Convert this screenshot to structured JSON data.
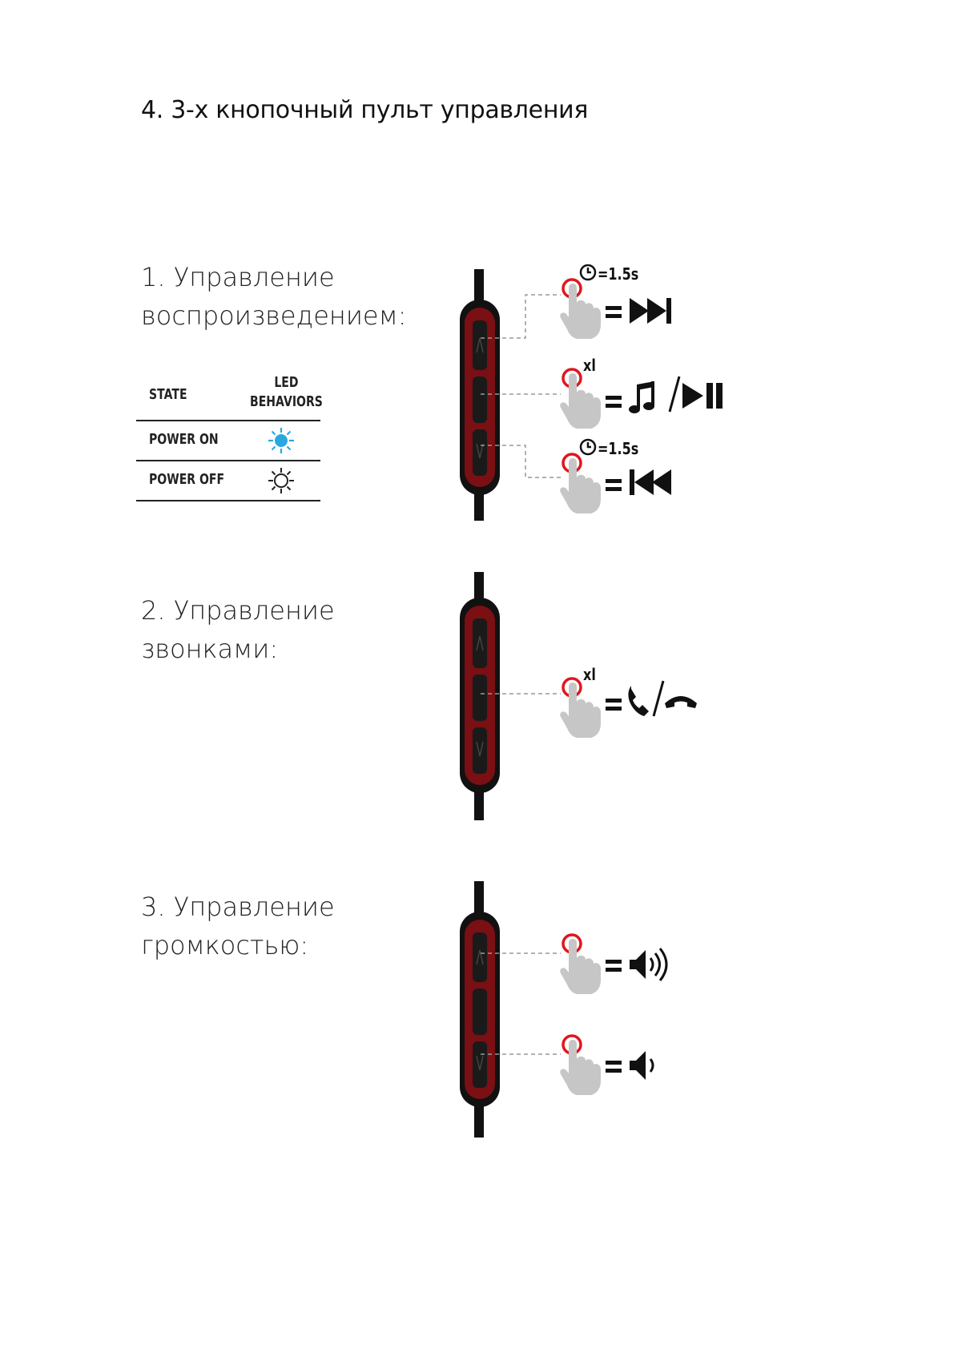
{
  "page": {
    "title": "4. 3-х кнопочный пульт управления"
  },
  "sections": [
    {
      "heading_line1": "1. Управление",
      "heading_line2": "воспроизведением:"
    },
    {
      "heading_line1": "2. Управление",
      "heading_line2": "звонками:"
    },
    {
      "heading_line1": "3. Управление",
      "heading_line2": "громкостью:"
    }
  ],
  "led_table": {
    "col_state": "STATE",
    "col_led_line1": "LED",
    "col_led_line2": "BEHAVIORS",
    "rows": [
      {
        "state": "POWER ON",
        "led_icon": "led-on-blue-icon",
        "led_color": "#29a8e0"
      },
      {
        "state": "POWER OFF",
        "led_icon": "led-off-icon",
        "led_color": "#ffffff"
      }
    ]
  },
  "hints": {
    "hold_time": "=1.5s",
    "single_press": "xl"
  },
  "icons": {
    "next_track": "next-track-icon",
    "music_note": "music-note-icon",
    "play_pause": "play-pause-icon",
    "prev_track": "previous-track-icon",
    "answer_call": "phone-answer-icon",
    "hang_up": "phone-hangup-icon",
    "volume_up": "volume-up-icon",
    "volume_down": "volume-down-icon",
    "finger_press": "finger-press-icon",
    "clock": "clock-icon"
  },
  "colors": {
    "remote_body": "#111111",
    "remote_accent": "#7a0f14",
    "finger": "#c6c6c6",
    "press_ring": "#e0161f",
    "led_blue": "#29a8e0"
  }
}
